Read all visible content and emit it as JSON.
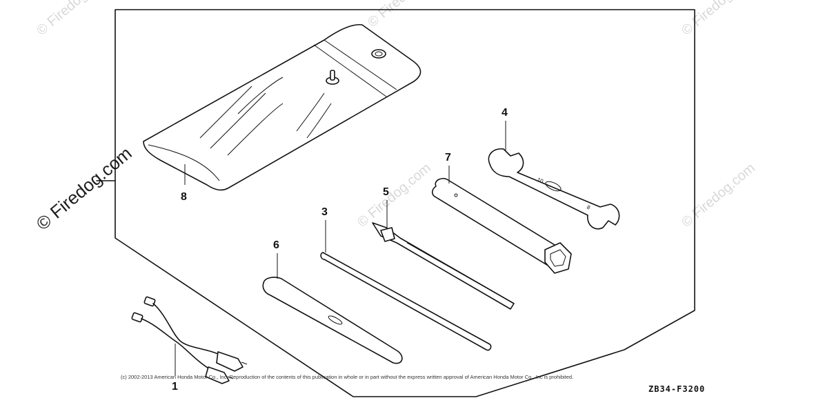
{
  "callouts": {
    "p1": "1",
    "p3": "3",
    "p4": "4",
    "p5": "5",
    "p6": "6",
    "p7": "7",
    "p8": "8"
  },
  "wrench_marks": {
    "top": "10",
    "bottom": "8"
  },
  "copyright": "(c) 2002-2013 American Honda Motor Co., Inc. Reproduction of the contents of this publication in whole or in part without the express written approval of American Honda Motor Co., Inc is prohibited.",
  "diagram_code": "ZB34-F3200",
  "watermark": {
    "text": "© Firedog.com",
    "primary": "© Firedog.com"
  }
}
